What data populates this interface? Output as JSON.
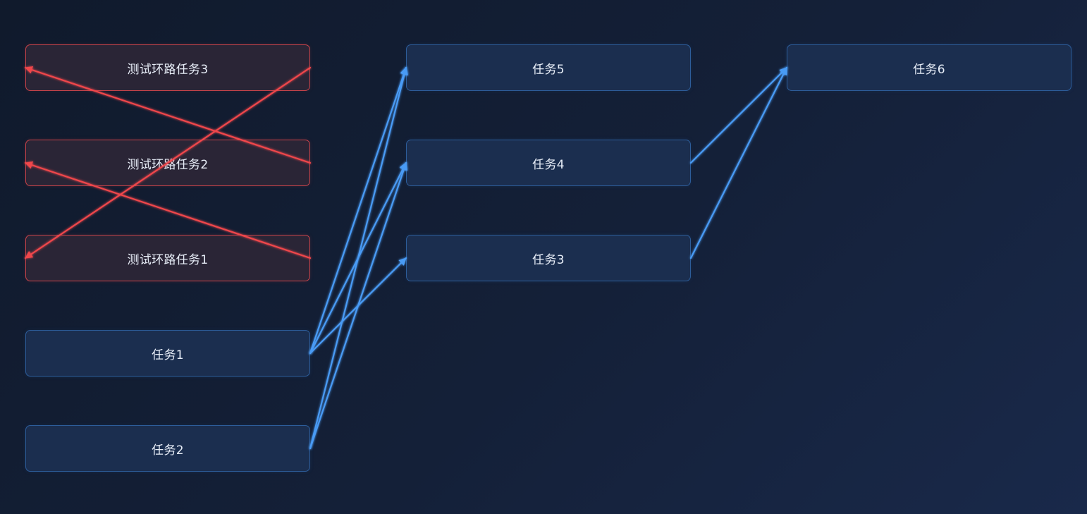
{
  "colors": {
    "normal_edge": "#4a9bf5",
    "cycle_edge": "#f0464b"
  },
  "nodes": [
    {
      "id": "c3",
      "label": "测试环路任务3",
      "kind": "cycle"
    },
    {
      "id": "c2",
      "label": "测试环路任务2",
      "kind": "cycle"
    },
    {
      "id": "c1",
      "label": "测试环路任务1",
      "kind": "cycle"
    },
    {
      "id": "t1",
      "label": "任务1",
      "kind": "normal"
    },
    {
      "id": "t2",
      "label": "任务2",
      "kind": "normal"
    },
    {
      "id": "t5",
      "label": "任务5",
      "kind": "normal"
    },
    {
      "id": "t4",
      "label": "任务4",
      "kind": "normal"
    },
    {
      "id": "t3",
      "label": "任务3",
      "kind": "normal"
    },
    {
      "id": "t6",
      "label": "任务6",
      "kind": "normal"
    }
  ],
  "edges": [
    {
      "from": "t1",
      "to": "t5",
      "kind": "normal"
    },
    {
      "from": "t1",
      "to": "t4",
      "kind": "normal"
    },
    {
      "from": "t1",
      "to": "t3",
      "kind": "normal"
    },
    {
      "from": "t2",
      "to": "t5",
      "kind": "normal"
    },
    {
      "from": "t2",
      "to": "t4",
      "kind": "normal"
    },
    {
      "from": "t5",
      "to": "t6",
      "kind": "normal"
    },
    {
      "from": "t4",
      "to": "t6",
      "kind": "normal"
    },
    {
      "from": "t3",
      "to": "t6",
      "kind": "normal"
    },
    {
      "from": "c1",
      "to": "c2",
      "kind": "cycle"
    },
    {
      "from": "c2",
      "to": "c3",
      "kind": "cycle"
    },
    {
      "from": "c3",
      "to": "c1",
      "kind": "cycle"
    }
  ]
}
